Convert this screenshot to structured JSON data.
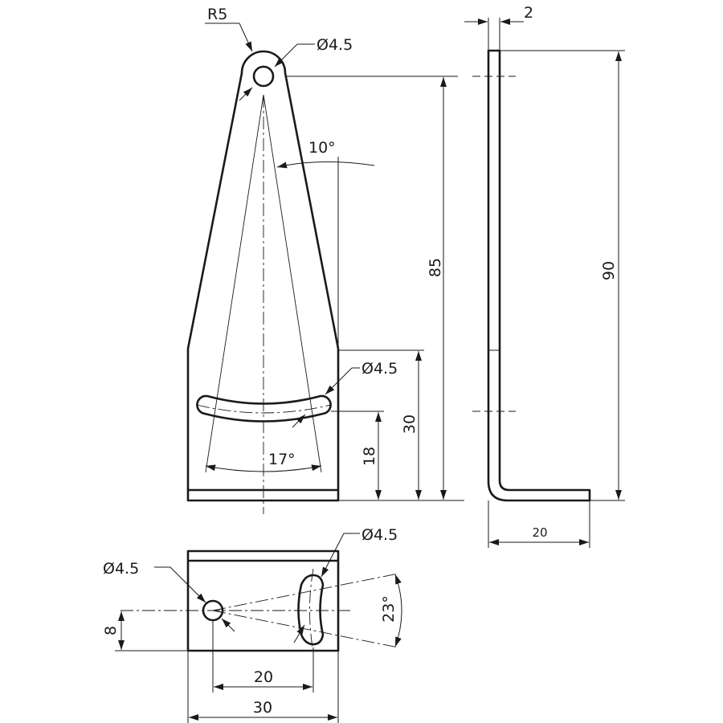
{
  "front_view": {
    "corner_radius": "R5",
    "top_hole_diameter": "Ø4.5",
    "taper_angle": "10°",
    "hole_height": "85",
    "slot_diameter": "Ø4.5",
    "slot_height": "30",
    "slot_center_height": "18",
    "slot_arc_angle": "17°"
  },
  "side_view": {
    "thickness": "2",
    "total_height": "90",
    "leg_length": "20"
  },
  "bottom_view": {
    "hole_diameter": "Ø4.5",
    "slot_diameter": "Ø4.5",
    "slot_arc_angle": "23°",
    "hole_offset": "8",
    "hole_spacing": "20",
    "width": "30"
  }
}
